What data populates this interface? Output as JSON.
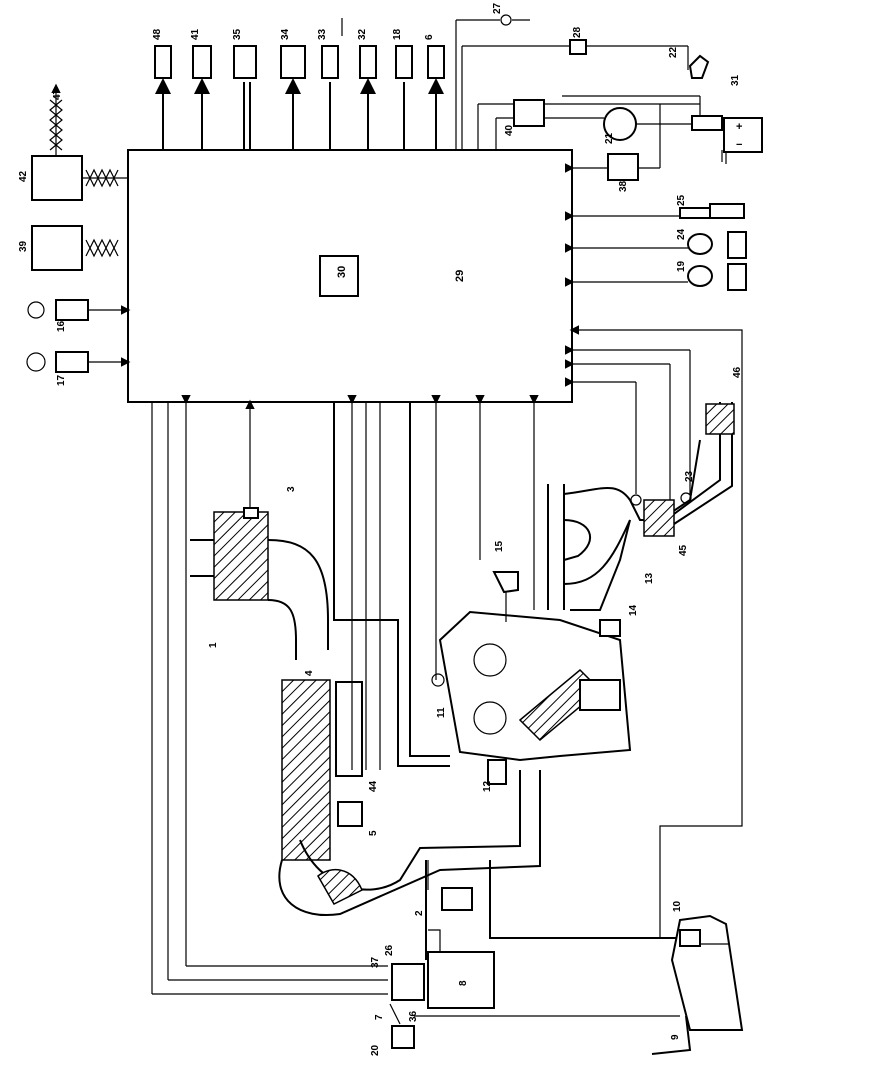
{
  "diagram": {
    "ecu_label": "29",
    "ecu_inner_label": "30",
    "callouts": {
      "c1": "1",
      "c2": "2",
      "c3": "3",
      "c4": "4",
      "c5": "5",
      "c6": "6",
      "c7": "7",
      "c8": "8",
      "c9": "9",
      "c10": "10",
      "c11": "11",
      "c12": "12",
      "c13": "13",
      "c14": "14",
      "c15": "15",
      "c16": "16",
      "c17": "17",
      "c18": "18",
      "c19": "19",
      "c20": "20",
      "c21": "21",
      "c22": "22",
      "c23": "23",
      "c24": "24",
      "c25": "25",
      "c26": "26",
      "c27": "27",
      "c28": "28",
      "c31": "31",
      "c32": "32",
      "c33": "33",
      "c34": "34",
      "c35": "35",
      "c36": "36",
      "c37": "37",
      "c38": "38",
      "c39": "39",
      "c40": "40",
      "c41": "41",
      "c42": "42",
      "c44": "44",
      "c45": "45",
      "c46": "46",
      "c47": "47",
      "c48": "48"
    },
    "battery_plus": "+",
    "battery_minus": "−"
  }
}
